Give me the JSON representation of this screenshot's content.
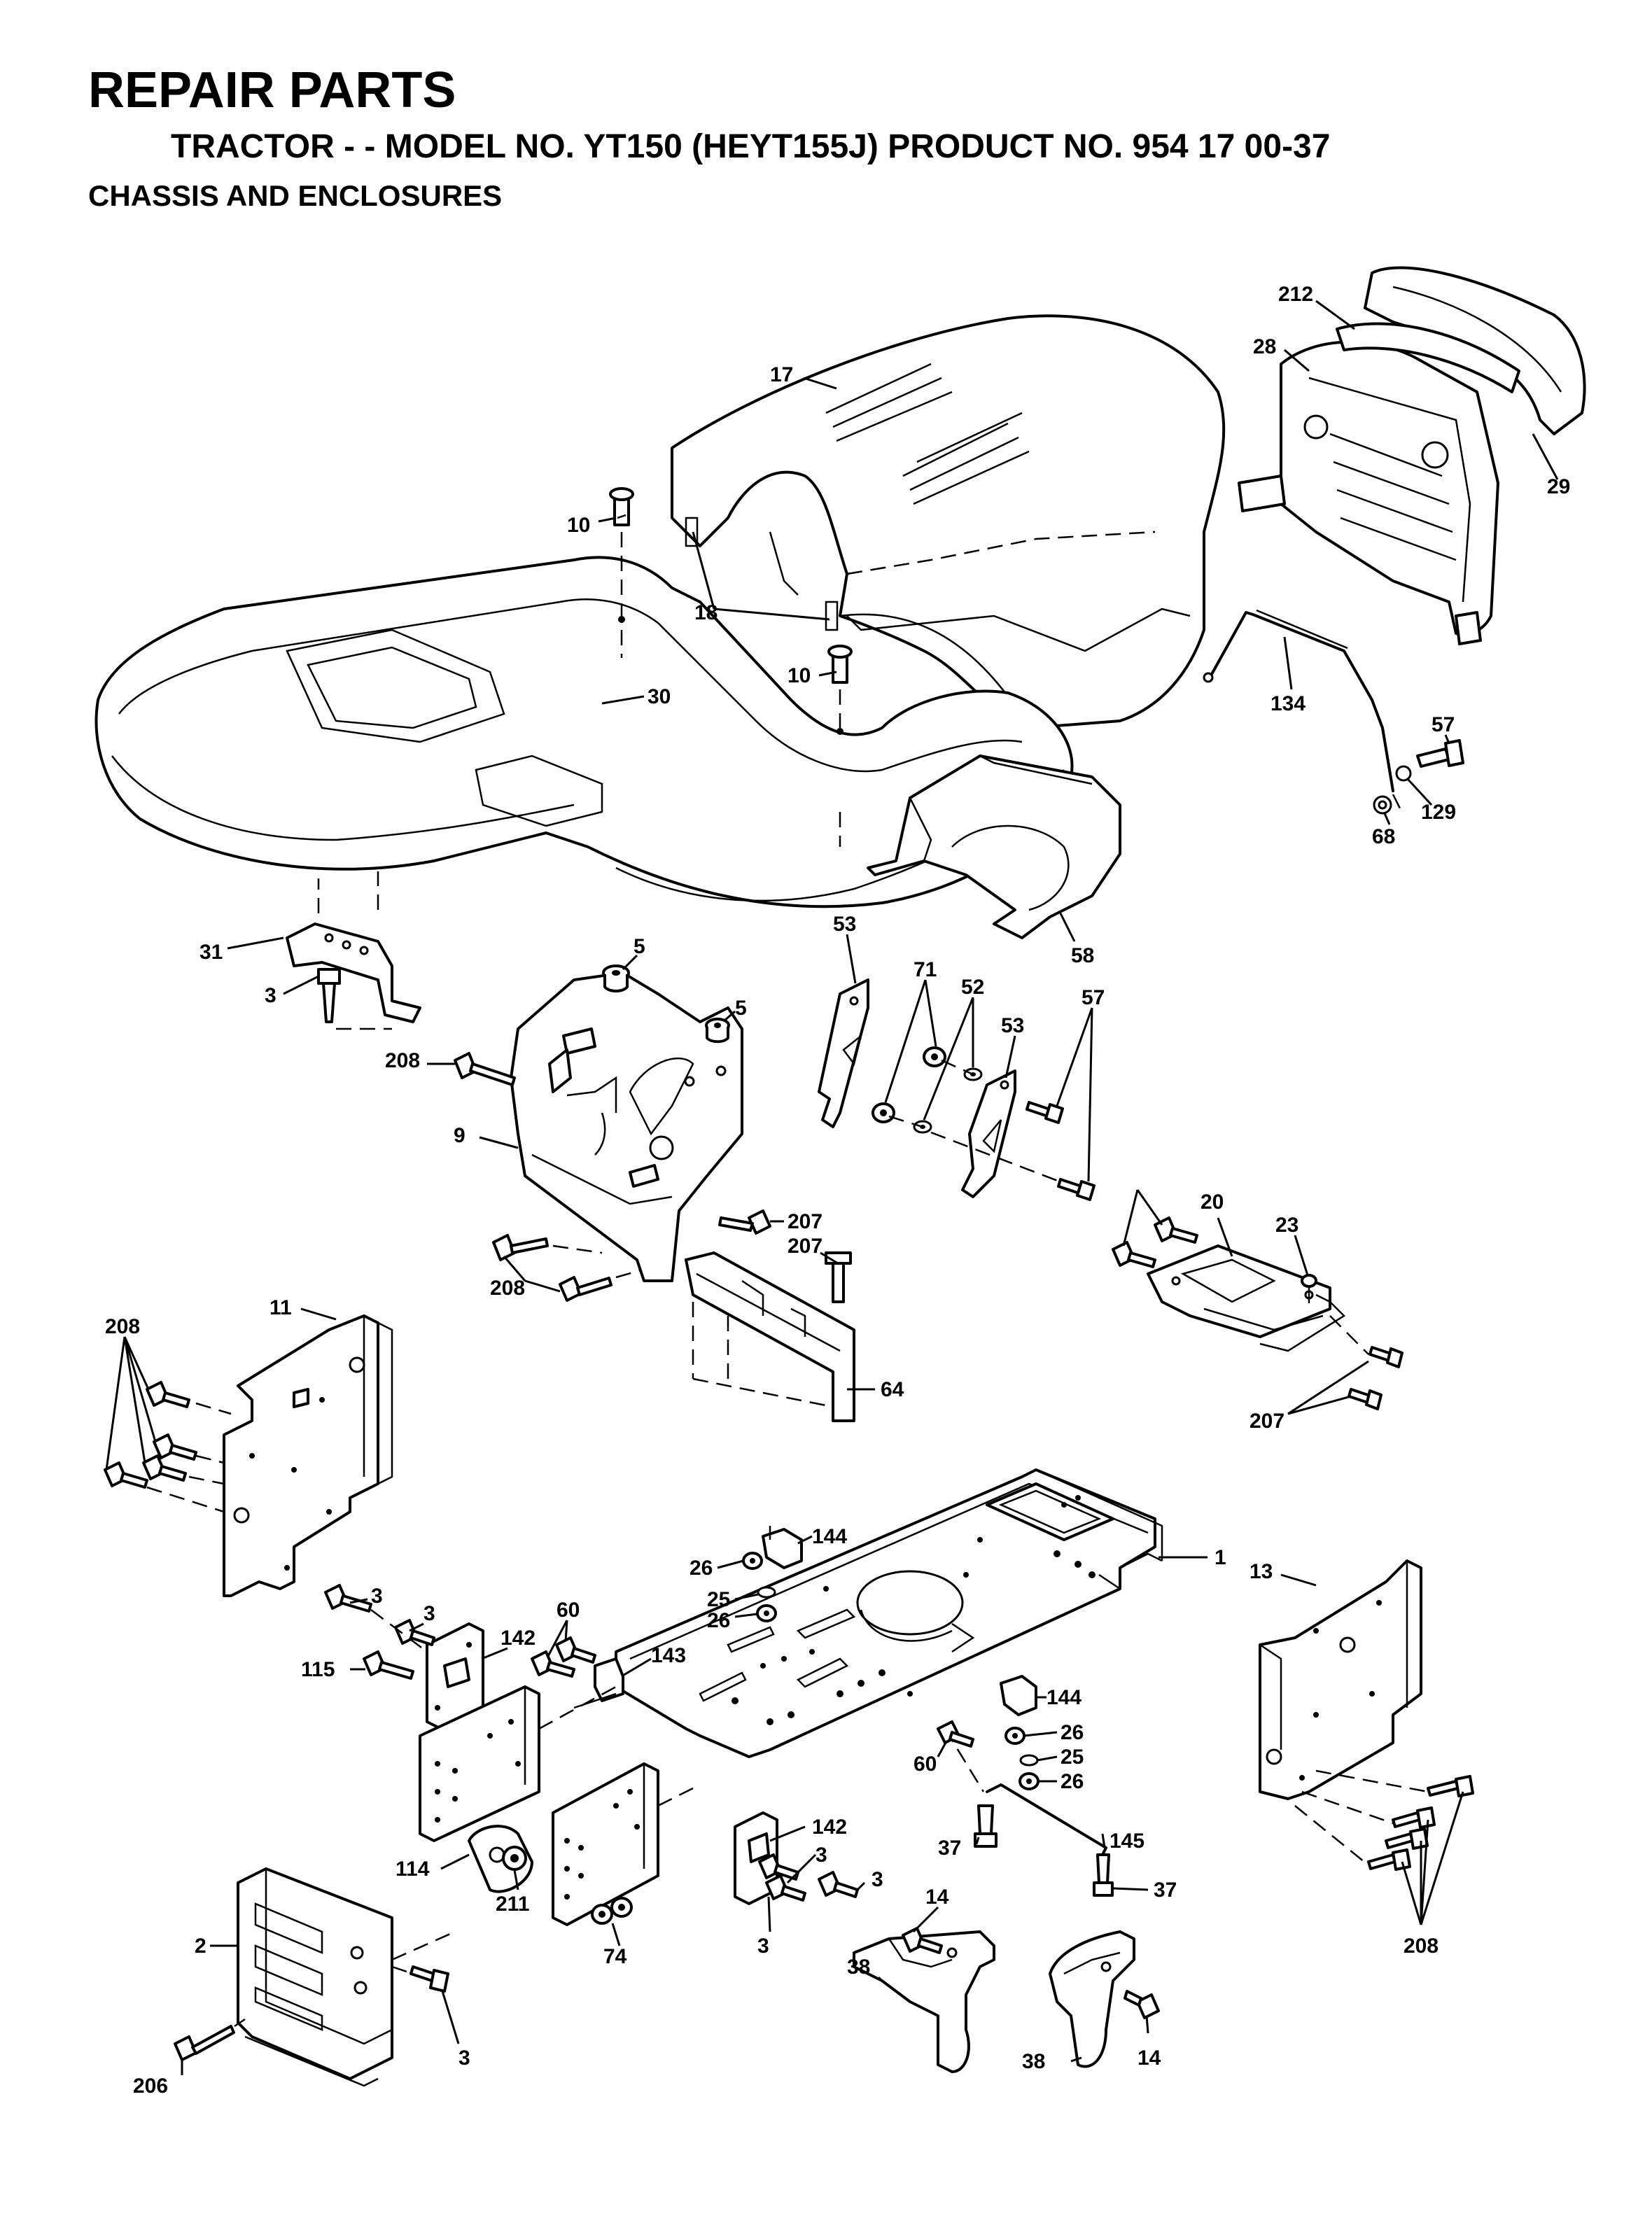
{
  "header": {
    "title": "REPAIR PARTS",
    "subtitle": "TRACTOR - - MODEL NO. YT150 (HEYT155J) PRODUCT NO. 954 17 00-37",
    "section": "CHASSIS AND ENCLOSURES"
  },
  "callouts": [
    "212",
    "28",
    "29",
    "17",
    "10",
    "18",
    "30",
    "10",
    "134",
    "57",
    "129",
    "68",
    "31",
    "3",
    "5",
    "5",
    "53",
    "71",
    "52",
    "53",
    "57",
    "58",
    "208",
    "9",
    "207",
    "208",
    "207",
    "20",
    "23",
    "207",
    "11",
    "208",
    "64",
    "1",
    "13",
    "144",
    "26",
    "25",
    "26",
    "3",
    "3",
    "60",
    "142",
    "143",
    "115",
    "144",
    "26",
    "25",
    "26",
    "60",
    "37",
    "145",
    "37",
    "142",
    "3",
    "3",
    "3",
    "114",
    "211",
    "74",
    "14",
    "38",
    "2",
    "206",
    "3",
    "38",
    "14",
    "208"
  ]
}
